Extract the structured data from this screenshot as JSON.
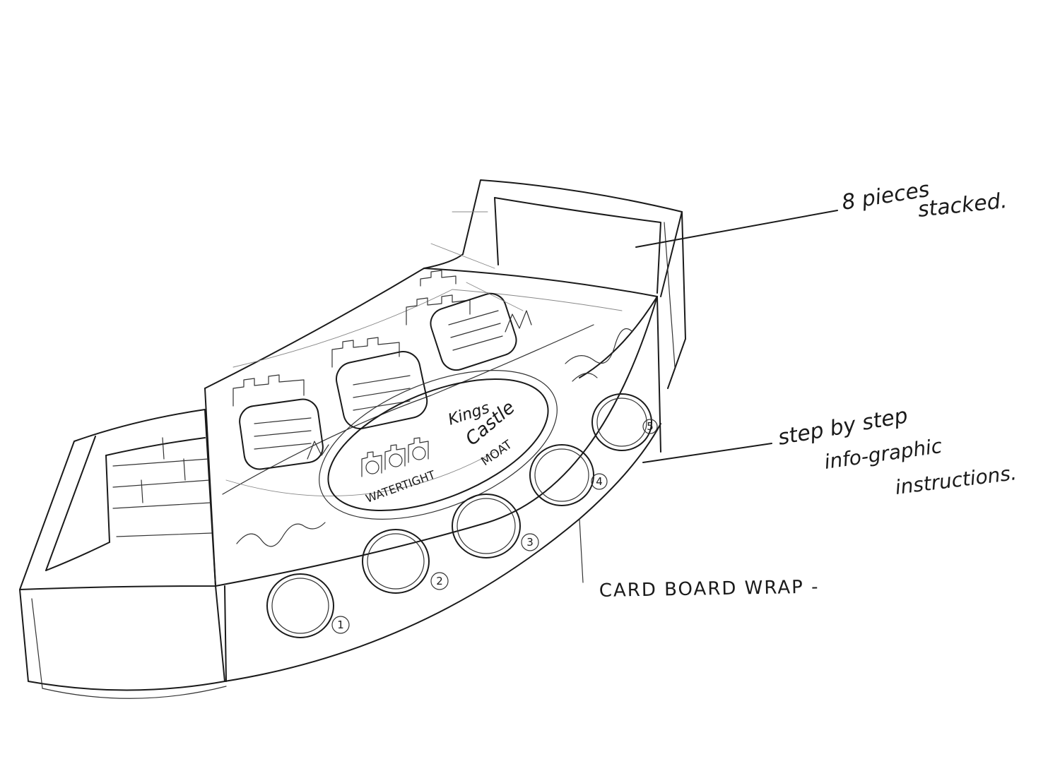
{
  "annotations": {
    "stacked_line1": "8 pieces",
    "stacked_line2": "stacked.",
    "steps_line1": "step by step",
    "steps_line2": "info-graphic",
    "steps_line3": "instructions.",
    "wrap": "CARD BOARD WRAP -"
  },
  "logo": {
    "line1": "Kings",
    "line2": "Castle",
    "line3": "MOAT",
    "line4": "WATERTIGHT"
  },
  "steps": [
    {
      "number": "1"
    },
    {
      "number": "2"
    },
    {
      "number": "3"
    },
    {
      "number": "4"
    },
    {
      "number": "5"
    }
  ]
}
